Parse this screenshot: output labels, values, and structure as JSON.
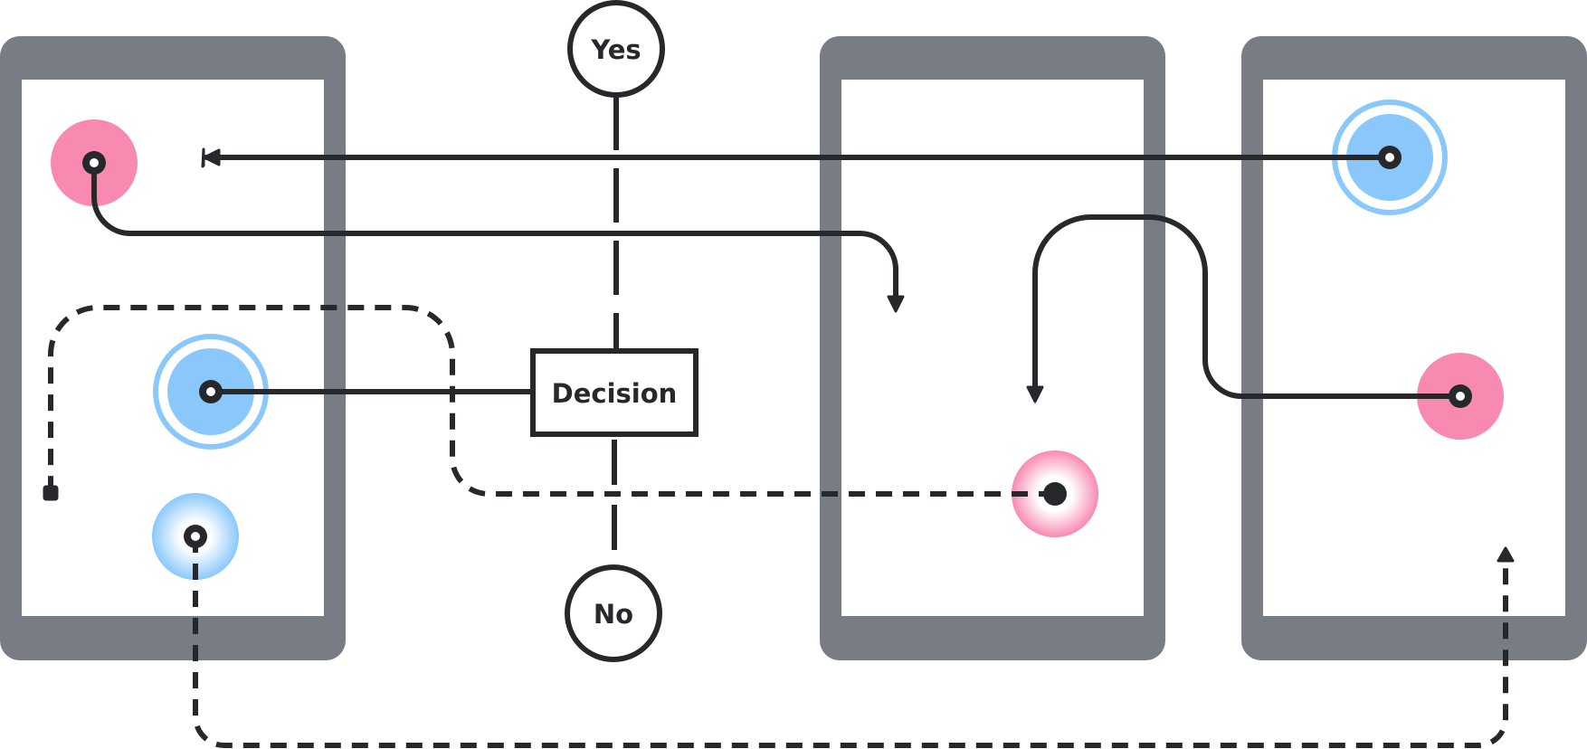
{
  "colors": {
    "frame": "#777c85",
    "screen": "#ffffff",
    "line": "#27282c",
    "pink": "#f88ab1",
    "blue": "#8ac8fb"
  },
  "decision": {
    "label": "Decision",
    "yes_label": "Yes",
    "no_label": "No"
  },
  "nodes": [
    {
      "name": "node-pink-top-left",
      "kind": "pink-solid"
    },
    {
      "name": "node-blue-ring-left",
      "kind": "blue-ring"
    },
    {
      "name": "node-blue-soft-left",
      "kind": "blue-soft"
    },
    {
      "name": "node-pink-soft-middle",
      "kind": "pink-soft"
    },
    {
      "name": "node-blue-ring-right",
      "kind": "blue-ring"
    },
    {
      "name": "node-pink-right",
      "kind": "pink-solid"
    }
  ]
}
